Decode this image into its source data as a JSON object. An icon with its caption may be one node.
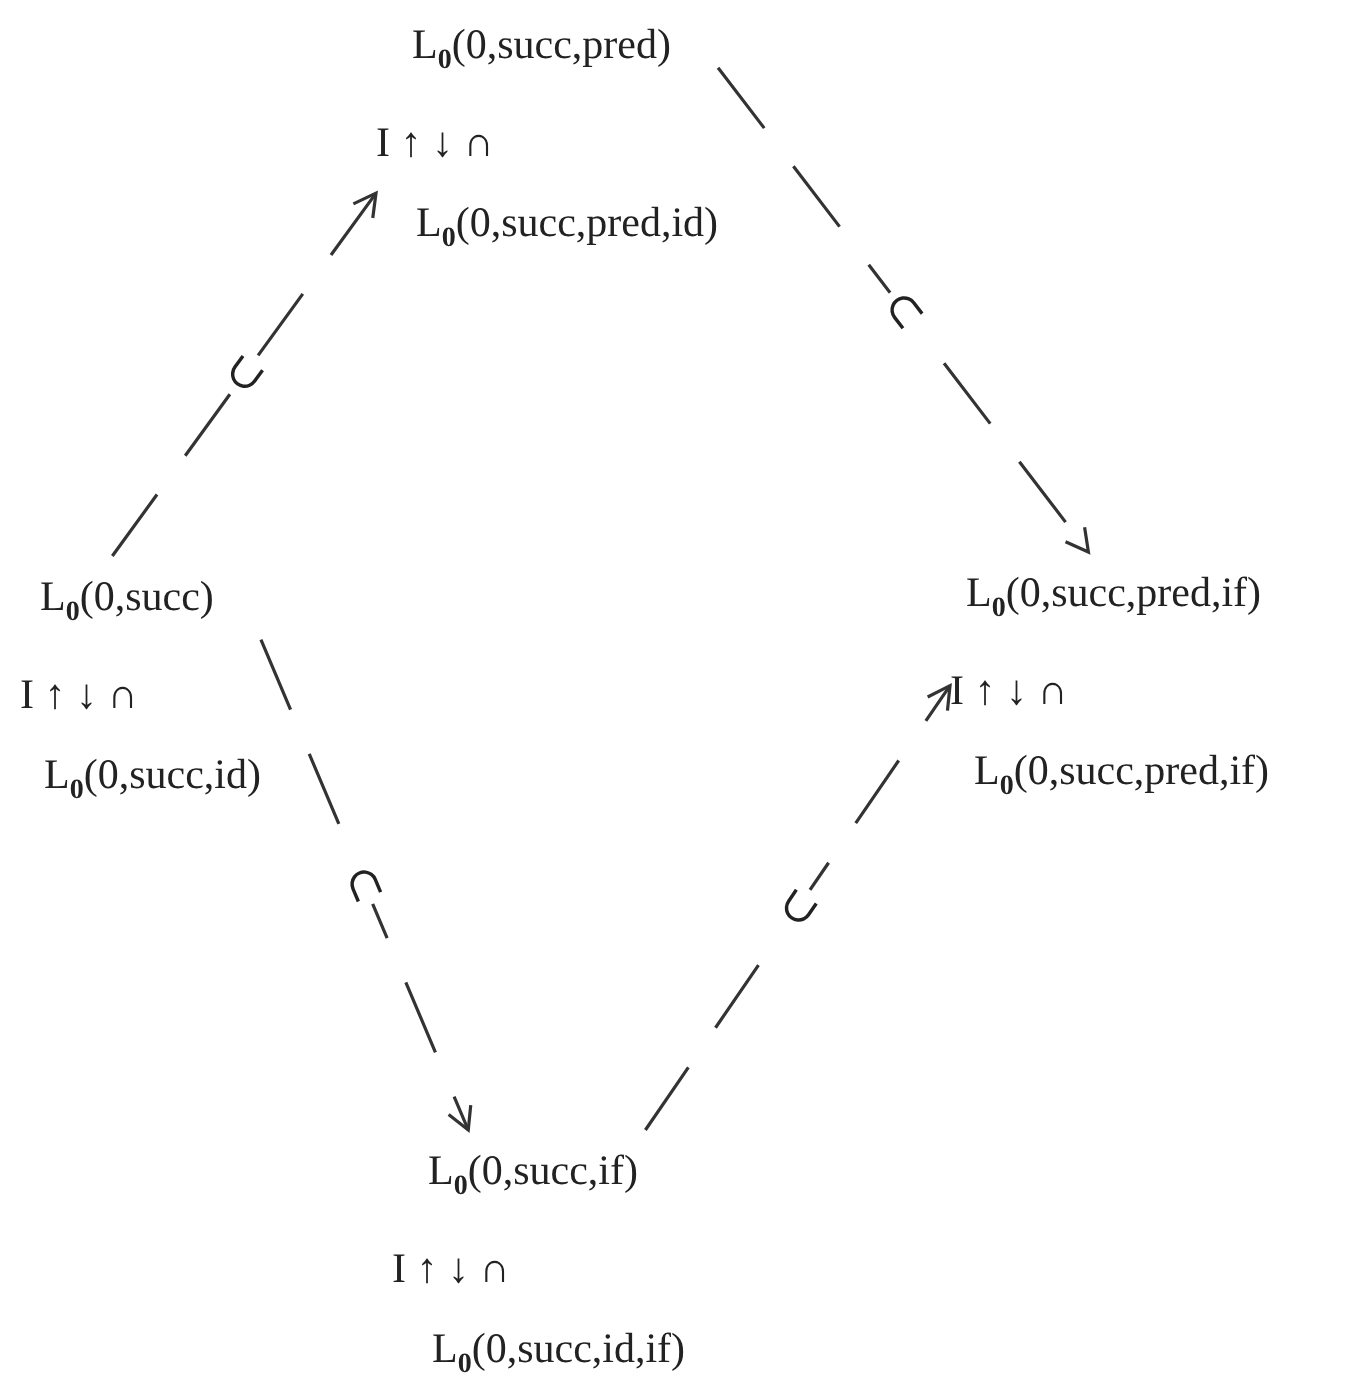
{
  "diagram": {
    "nodes": [
      {
        "text": [
          "L$_{0}$(0,succ,pred)",
          "I ↑ ↓ ∩",
          "L$_{0}$(0,succ,pred,id)"
        ]
      },
      {
        "text": [
          "L$_{0}$(0,succ)",
          "I ↑ ↓ ∩",
          "L$_{0}$(0,succ,id)"
        ]
      },
      {
        "text": [
          "L$_{0}$(0,succ,pred,if)",
          "I ↑ ↓ ∩",
          "L$_{0}$(0,succ,pred,if)"
        ]
      },
      {
        "text": [
          "L$_{0}$(0,succ,if)",
          "I ↑ ↓ ∩",
          "L$_{0}$(0,succ,id,if)"
        ]
      }
    ],
    "edges": [
      {
        "from": 1,
        "to": 0,
        "arrow": "to",
        "label": "⊂",
        "style": "dashed"
      },
      {
        "from": 0,
        "to": 2,
        "arrow": "to",
        "label": "⊂",
        "style": "dashed"
      },
      {
        "from": 1,
        "to": 3,
        "arrow": "to",
        "label": "⊂",
        "style": "dashed"
      },
      {
        "from": 3,
        "to": 2,
        "arrow": "to",
        "label": "⊂",
        "style": "dashed"
      }
    ]
  }
}
